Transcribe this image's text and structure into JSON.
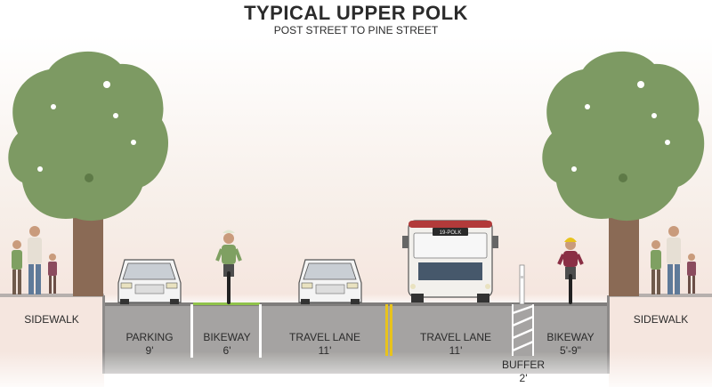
{
  "header": {
    "title": "TYPICAL UPPER POLK",
    "subtitle": "POST STREET TO PINE STREET"
  },
  "colors": {
    "tree_canopy": "#7d9a63",
    "trunk": "#8a6a55",
    "road": "#9f9f9f",
    "sidewalk_fill": "#f3e3dc",
    "bike_lane_edge": "#8fc24a",
    "center_line": "#e8c31c",
    "buffer_stripe": "#ffffff"
  },
  "bus_sign": "19-POLK",
  "segments": [
    {
      "id": "sidewalk-left",
      "name": "SIDEWALK",
      "width": ""
    },
    {
      "id": "parking",
      "name": "PARKING",
      "width": "9'"
    },
    {
      "id": "bikeway-left",
      "name": "BIKEWAY",
      "width": "6'"
    },
    {
      "id": "travel-lane-left",
      "name": "TRAVEL LANE",
      "width": "11'"
    },
    {
      "id": "travel-lane-right",
      "name": "TRAVEL LANE",
      "width": "11'"
    },
    {
      "id": "buffer",
      "name": "BUFFER",
      "width": "2'"
    },
    {
      "id": "bikeway-right",
      "name": "BIKEWAY",
      "width": "5'-9\""
    },
    {
      "id": "sidewalk-right",
      "name": "SIDEWALK",
      "width": ""
    }
  ],
  "icons": [
    "tree-icon",
    "pedestrian-family-icon",
    "car-icon",
    "cyclist-icon",
    "bus-icon",
    "bollard-icon"
  ]
}
